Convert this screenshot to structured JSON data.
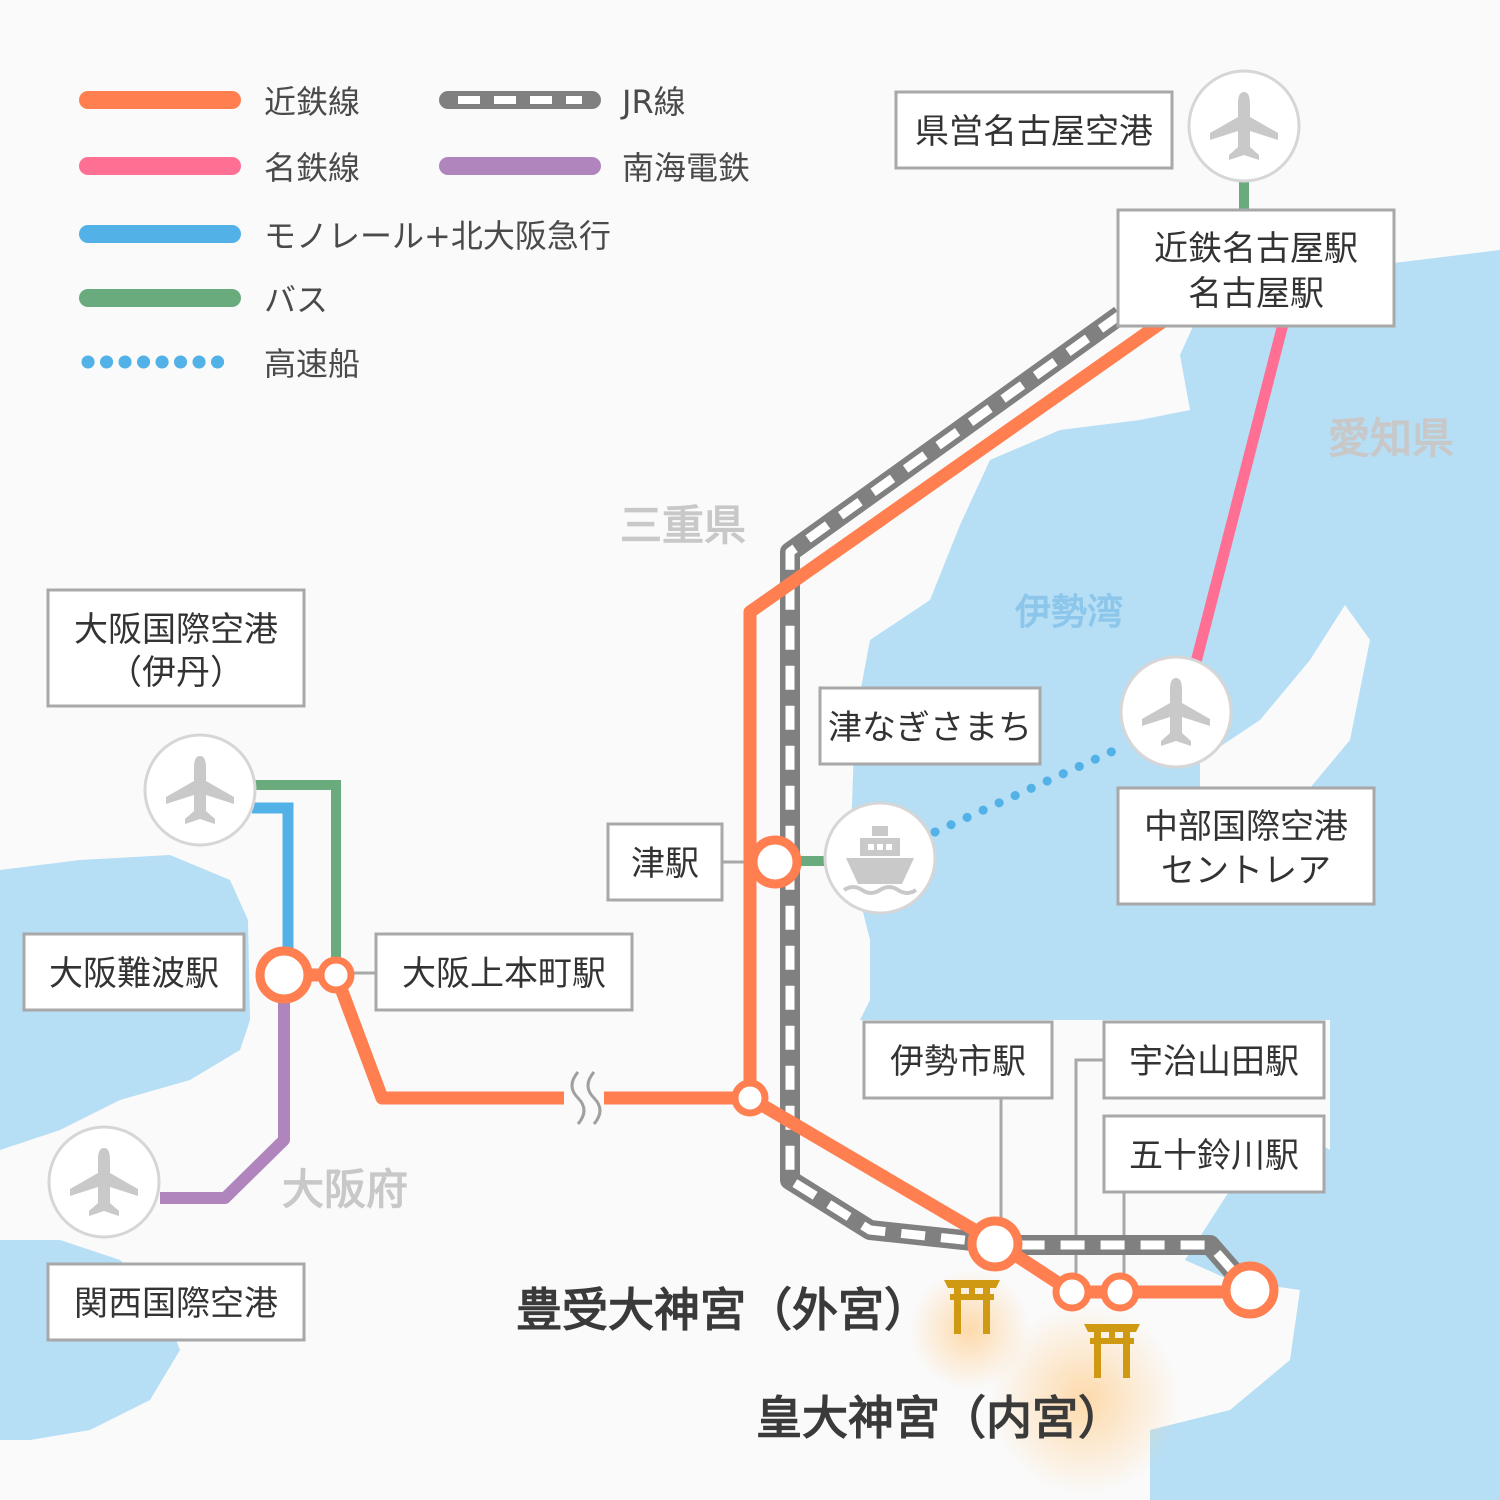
{
  "legend": {
    "kintetsu": "近鉄線",
    "jr": "JR線",
    "meitetsu": "名鉄線",
    "nankai": "南海電鉄",
    "monorail": "モノレール+北大阪急行",
    "bus": "バス",
    "ferry": "高速船"
  },
  "regions": {
    "mie": "三重県",
    "aichi": "愛知県",
    "osaka": "大阪府",
    "ise_bay": "伊勢湾"
  },
  "stations": {
    "nagoya_airport": "県営名古屋空港",
    "kintetsu_nagoya_1": "近鉄名古屋駅",
    "kintetsu_nagoya_2": "名古屋駅",
    "itami_1": "大阪国際空港",
    "itami_2": "（伊丹）",
    "tsu_nagisa": "津なぎさまち",
    "tsu": "津駅",
    "centrair_1": "中部国際空港",
    "centrair_2": "セントレア",
    "namba": "大阪難波駅",
    "uehommachi": "大阪上本町駅",
    "iseshi": "伊勢市駅",
    "ujiyamada": "宇治山田駅",
    "isuzugawa": "五十鈴川駅",
    "kansai": "関西国際空港"
  },
  "shrines": {
    "geku": "豊受大神宮（外宮）",
    "naiku": "皇大神宮（内宮）"
  },
  "colors": {
    "kintetsu": "#ff7f50",
    "jr": "#808080",
    "meitetsu": "#ff6f94",
    "nankai": "#b084bd",
    "monorail": "#52b1e6",
    "bus": "#6aab7e",
    "ferry": "#52b1e6",
    "water": "#b6def5",
    "torii": "#cf9a12"
  },
  "icons": {
    "airport": "airplane-icon",
    "ferry_terminal": "ship-icon",
    "shrine": "torii-icon"
  }
}
